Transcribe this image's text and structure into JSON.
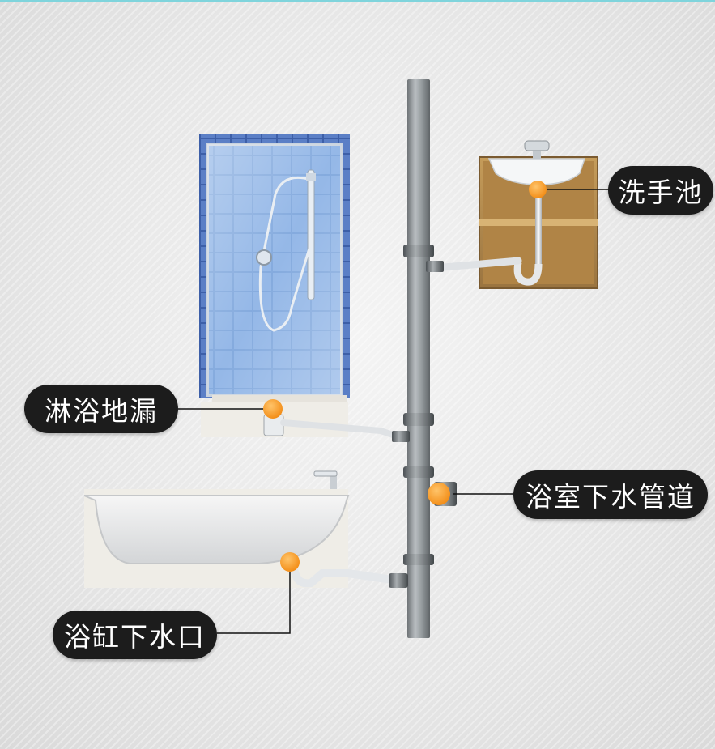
{
  "labels": {
    "basin": "洗手池",
    "shower_drain": "淋浴地漏",
    "main_pipe": "浴室下水管道",
    "tub_drain": "浴缸下水口"
  },
  "colors": {
    "callout_bg": "#1c1c1c",
    "callout_text": "#ffffff",
    "marker": "#f7941d",
    "pipe": "#8c9194",
    "tile": "#5b87c8",
    "cabinet": "#b8904f",
    "top_line": "#7fd4dc"
  },
  "icons": [
    "shower-head-icon",
    "faucet-icon",
    "drain-marker-icon"
  ]
}
